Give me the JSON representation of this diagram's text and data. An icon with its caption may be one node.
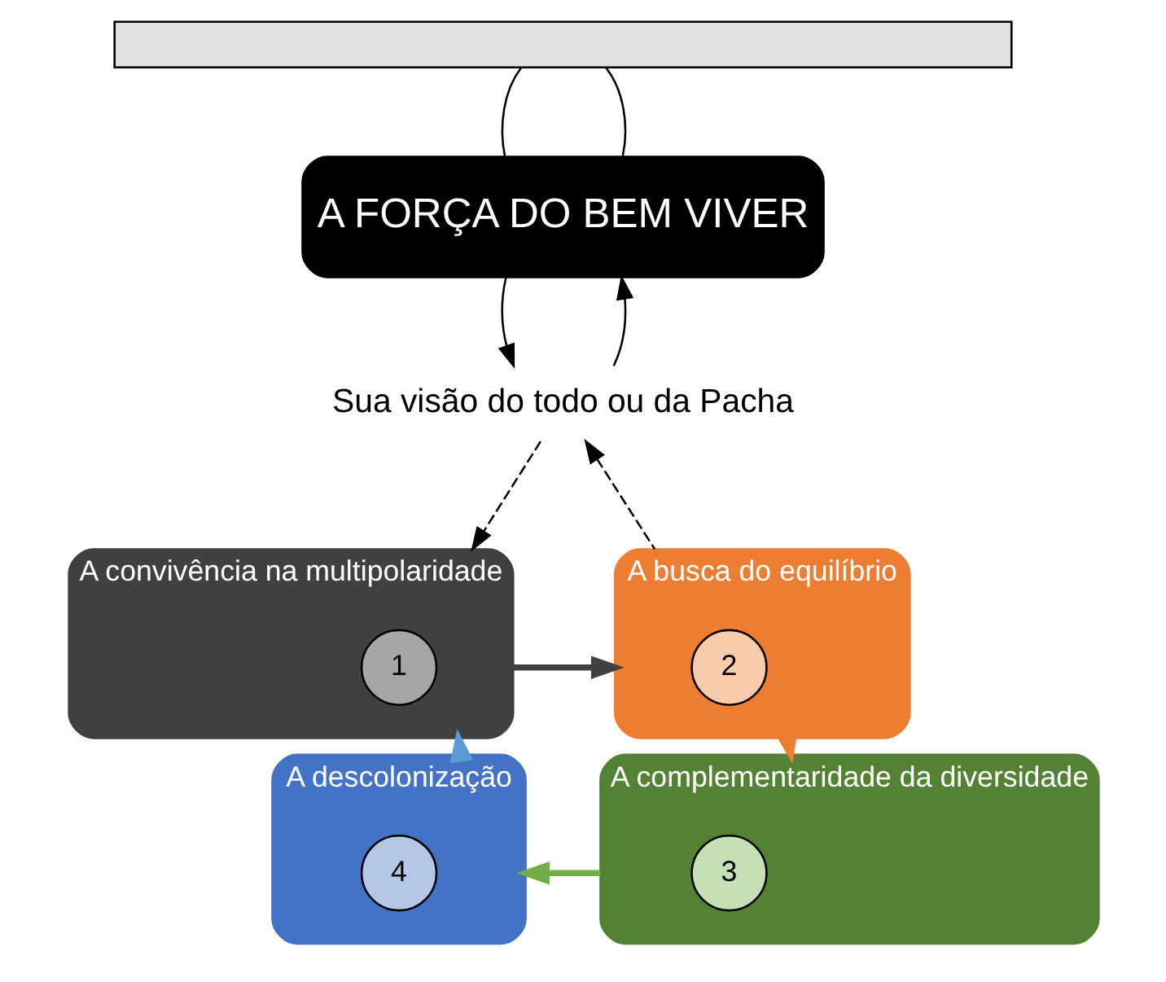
{
  "diagram": {
    "nodes": [
      {
        "text": [],
        "shape": "bar"
      },
      {
        "text": [
          "A FORÇA DO BEM VIVER"
        ]
      },
      {
        "text": [
          "Sua visão do todo ou da Pacha"
        ]
      },
      {
        "text": [
          "A convivência na multipolaridade"
        ]
      },
      {
        "text": [
          "1"
        ],
        "in": 3
      },
      {
        "text": [
          "A busca do equilíbrio"
        ]
      },
      {
        "text": [
          "2"
        ],
        "in": 5
      },
      {
        "text": [
          "A complementaridade da diversidade"
        ]
      },
      {
        "text": [
          "3"
        ],
        "in": 7
      },
      {
        "text": [
          "A descolonização"
        ]
      },
      {
        "text": [
          "4"
        ],
        "in": 9
      }
    ],
    "edges": [
      {
        "from": 0,
        "to": 1,
        "arrow": "none"
      },
      {
        "from": 0,
        "to": 1,
        "arrow": "none"
      },
      {
        "from": 1,
        "to": 2,
        "arrow": "to"
      },
      {
        "from": 2,
        "to": 1,
        "arrow": "to"
      },
      {
        "from": 2,
        "to": 3,
        "arrow": "to",
        "style": "dashed"
      },
      {
        "from": 5,
        "to": 2,
        "arrow": "to",
        "style": "dashed"
      },
      {
        "from": 3,
        "to": 5,
        "arrow": "to",
        "style": "thick",
        "color": "#404040"
      },
      {
        "from": 5,
        "to": 7,
        "arrow": "to",
        "style": "thick",
        "color": "#ed7d31"
      },
      {
        "from": 7,
        "to": 9,
        "arrow": "to",
        "style": "thick",
        "color": "#70ad47"
      },
      {
        "from": 9,
        "to": 3,
        "arrow": "to",
        "style": "thick",
        "color": "#5b9bd5"
      }
    ]
  }
}
